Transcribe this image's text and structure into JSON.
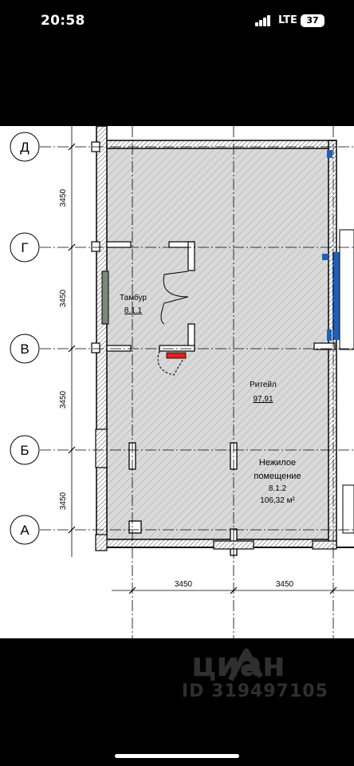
{
  "status_bar": {
    "time": "20:58",
    "network": "LTE",
    "battery": "37"
  },
  "plan": {
    "grid_row_labels": [
      "Д",
      "Г",
      "В",
      "Б",
      "А"
    ],
    "vertical_dimensions": [
      "3450",
      "3450",
      "3450",
      "3450"
    ],
    "horizontal_dimensions": [
      "3450",
      "3450"
    ],
    "rooms": {
      "vestibule": {
        "name": "Тамбур",
        "number": "8.1.1"
      },
      "retail": {
        "name": "Ритейл",
        "area": "97,91"
      },
      "premises": {
        "line1": "Нежилое",
        "line2": "помещение",
        "number": "8.1.2",
        "area": "106,32 м²"
      }
    }
  },
  "watermark": {
    "brand": "циан",
    "id": "ID 319497105"
  },
  "colors": {
    "hatch": "#9a9a9a",
    "wall": "#000000",
    "fill": "#d6d6d6",
    "accent_blue": "#1f5fb8",
    "accent_red": "#e02020"
  }
}
